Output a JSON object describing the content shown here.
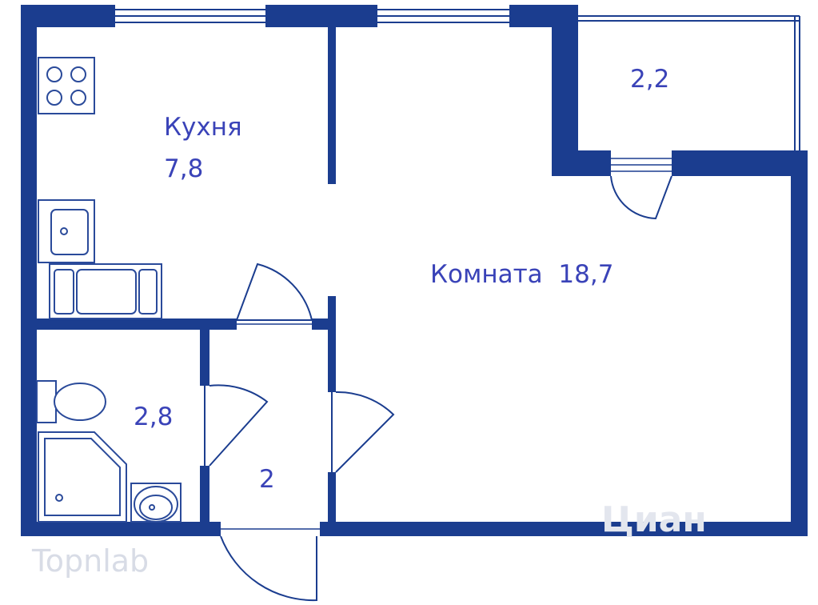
{
  "rooms": {
    "kitchen_name": "Кухня",
    "kitchen_area": "7,8",
    "room": "Комната  18,7",
    "balcony_area": "2,2",
    "bathroom_area": "2,8",
    "hall_area": "2"
  },
  "watermarks": {
    "left": "Topnlab",
    "right": "Циан"
  },
  "colors": {
    "walls": "#1b3d8f",
    "labels": "#3a43b8"
  }
}
